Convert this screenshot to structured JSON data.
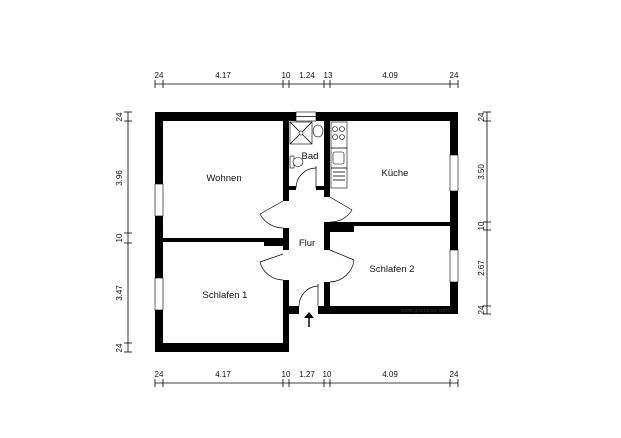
{
  "dimensions": {
    "top": [
      "24",
      "4.17",
      "10",
      "1.24",
      "13",
      "4.09",
      "24"
    ],
    "bottom": [
      "24",
      "4.17",
      "10",
      "1.27",
      "10",
      "4.09",
      "24"
    ],
    "left": [
      "24",
      "3.96",
      "10",
      "3.47",
      "24"
    ],
    "right": [
      "24",
      "3.50",
      "10",
      "2.67",
      "24"
    ]
  },
  "rooms": {
    "wohnen": "Wohnen",
    "kueche": "Küche",
    "bad": "Bad",
    "flur": "Flur",
    "schlafen1": "Schlafen 1",
    "schlafen2": "Schlafen 2"
  },
  "watermark": "www.grundriss.com"
}
